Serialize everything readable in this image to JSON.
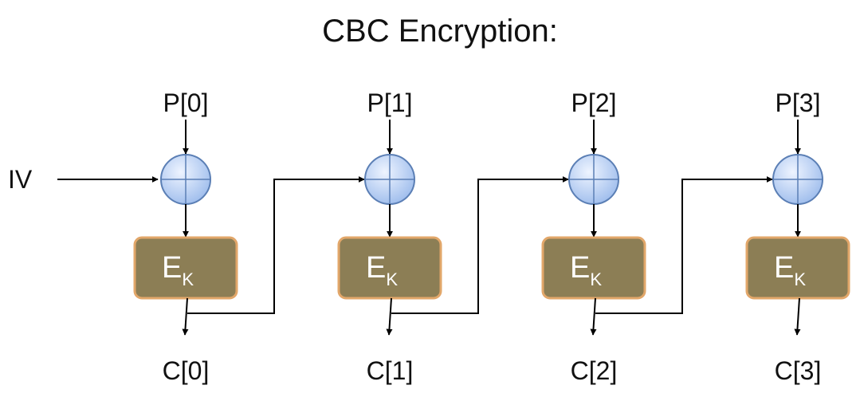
{
  "title": "CBC Encryption:",
  "iv_label": "IV",
  "blocks": [
    {
      "plaintext": "P[0]",
      "cipher": "E",
      "cipher_sub": "K",
      "ciphertext": "C[0]"
    },
    {
      "plaintext": "P[1]",
      "cipher": "E",
      "cipher_sub": "K",
      "ciphertext": "C[1]"
    },
    {
      "plaintext": "P[2]",
      "cipher": "E",
      "cipher_sub": "K",
      "ciphertext": "C[2]"
    },
    {
      "plaintext": "P[3]",
      "cipher": "E",
      "cipher_sub": "K",
      "ciphertext": "C[3]"
    }
  ],
  "colors": {
    "xor_fill": "#c9dcf8",
    "xor_stroke": "#5b7fb5",
    "cipher_fill": "#8c7e55",
    "cipher_stroke": "#e2a76a",
    "line": "#000000"
  }
}
